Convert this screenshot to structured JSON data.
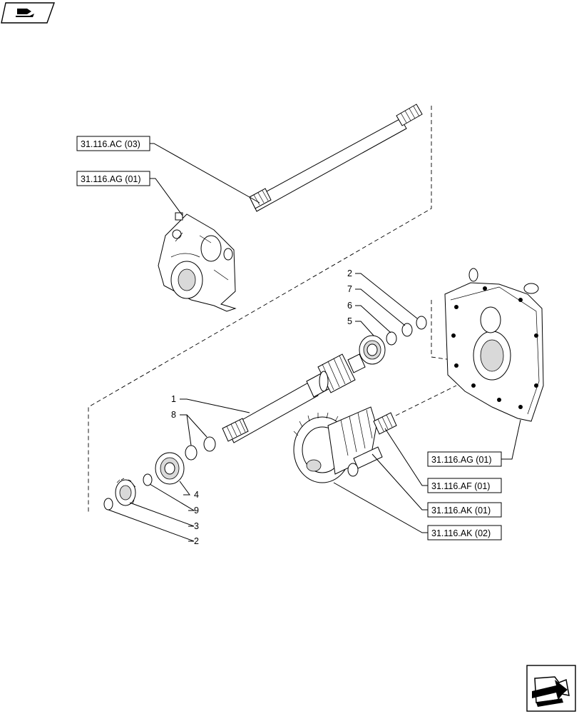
{
  "nav": {
    "back_icon": "book-back-arrow-icon",
    "forward_icon": "folder-forward-arrow-icon"
  },
  "references": [
    {
      "id": "ref-ac-03",
      "text": "31.116.AC (03)"
    },
    {
      "id": "ref-ag-01-top",
      "text": "31.116.AG (01)"
    },
    {
      "id": "ref-ag-01-right",
      "text": "31.116.AG (01)"
    },
    {
      "id": "ref-af-01",
      "text": "31.116.AF (01)"
    },
    {
      "id": "ref-ak-01",
      "text": "31.116.AK (01)"
    },
    {
      "id": "ref-ak-02",
      "text": "31.116.AK (02)"
    }
  ],
  "callouts": [
    "1",
    "2",
    "3",
    "4",
    "5",
    "6",
    "7",
    "8",
    "9",
    "2"
  ]
}
